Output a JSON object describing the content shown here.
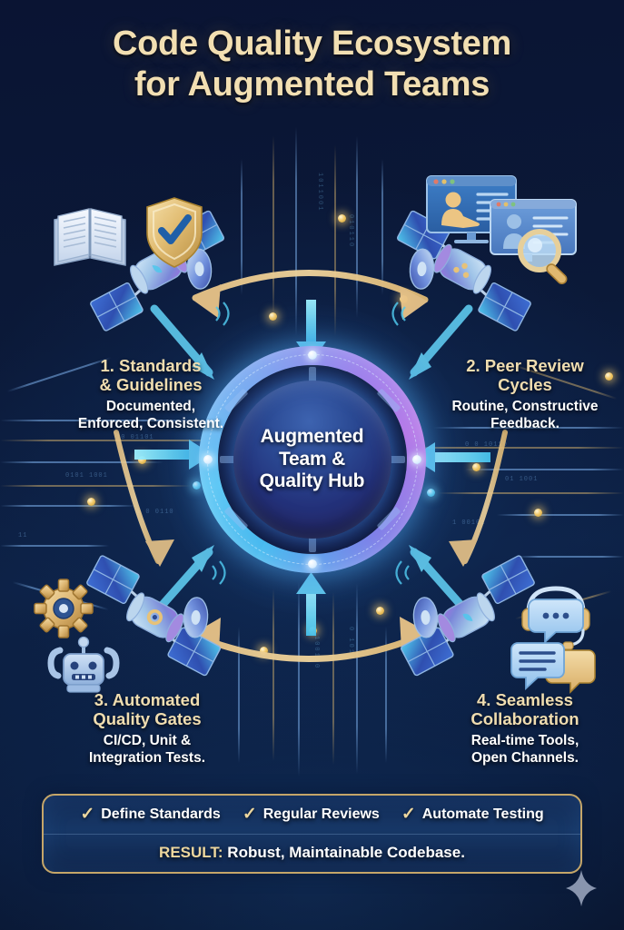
{
  "title": {
    "line1": "Code Quality Ecosystem",
    "line2": "for Augmented Teams",
    "color": "#f2dfb2"
  },
  "hub": {
    "label": "Augmented\nTeam &\nQuality Hub",
    "label_line1": "Augmented",
    "label_line2": "Team &",
    "label_line3": "Quality Hub",
    "ring_colors": [
      "#47b9ef",
      "#7fa6f0",
      "#b67ae8"
    ]
  },
  "quadrants": [
    {
      "id": "standards-guidelines",
      "position": "top-left",
      "title_line1": "1. Standards",
      "title_line2": "& Guidelines",
      "sub_line1": "Documented,",
      "sub_line2": "Enforced, Consistent.",
      "icons": [
        "open-book-icon",
        "shield-check-icon",
        "satellite-icon"
      ]
    },
    {
      "id": "peer-review-cycles",
      "position": "top-right",
      "title_line1": "2. Peer Review",
      "title_line2": "Cycles",
      "sub_line1": "Routine, Constructive",
      "sub_line2": "Feedback.",
      "icons": [
        "review-window-icon",
        "review-window-secondary-icon",
        "magnifier-icon",
        "satellite-icon"
      ]
    },
    {
      "id": "automated-quality-gates",
      "position": "bottom-left",
      "title_line1": "3. Automated",
      "title_line2": "Quality Gates",
      "sub_line1": "CI/CD, Unit &",
      "sub_line2": "Integration Tests.",
      "icons": [
        "gear-icon",
        "robot-icon",
        "satellite-icon"
      ]
    },
    {
      "id": "seamless-collaboration",
      "position": "bottom-right",
      "title_line1": "4. Seamless",
      "title_line2": "Collaboration",
      "sub_line1": "Real-time Tools,",
      "sub_line2": "Open Channels.",
      "icons": [
        "headset-chat-icon",
        "speech-bubbles-icon",
        "satellite-icon"
      ]
    }
  ],
  "banner": {
    "checks": [
      {
        "mark": "✓",
        "label": "Define Standards"
      },
      {
        "mark": "✓",
        "label": "Regular Reviews"
      },
      {
        "mark": "✓",
        "label": "Automate Testing"
      }
    ],
    "result_key": "RESULT:",
    "result_text": " Robust, Maintainable Codebase.",
    "border_color": "#c5a669"
  },
  "decor": {
    "sparkle": "four-point-star",
    "accent_gold": "#e6c07a",
    "accent_cyan": "#5ecbf0",
    "background": "#0a1433"
  }
}
